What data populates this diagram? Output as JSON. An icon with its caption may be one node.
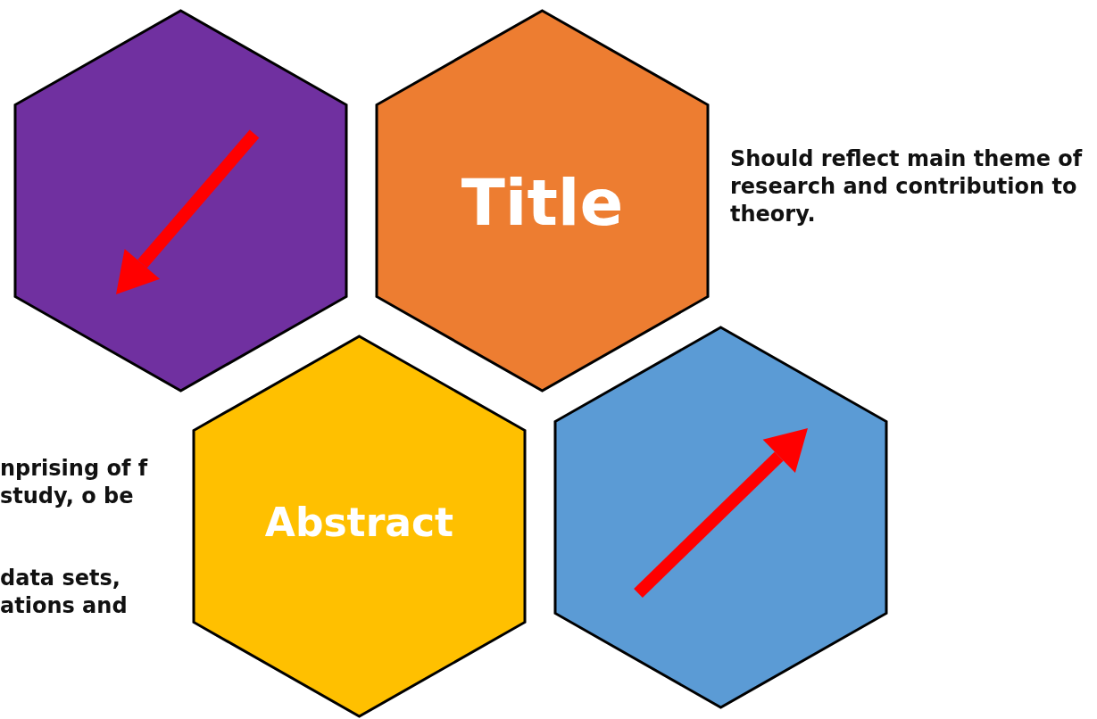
{
  "diagram": {
    "nodes": [
      {
        "text": [],
        "shape": "hexagon"
      },
      {
        "text": [
          "Title"
        ],
        "beside": [
          "Should reflect main theme of research and contribution to theory."
        ]
      },
      {
        "text": [
          "Abstract"
        ],
        "beside": [
          "nprising of f study, o be",
          "data sets, ations and"
        ]
      },
      {
        "text": [],
        "shape": "hexagon"
      }
    ]
  }
}
